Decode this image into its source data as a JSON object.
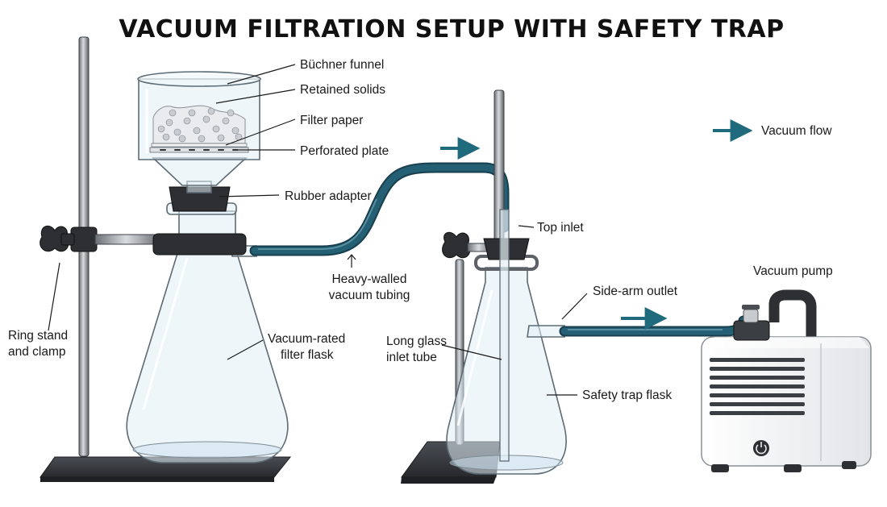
{
  "title": "VACUUM FILTRATION SETUP WITH SAFETY TRAP",
  "legend": {
    "label": "Vacuum flow",
    "arrow_icon": "right-arrow-icon"
  },
  "labels": {
    "buchner_funnel": "Büchner funnel",
    "retained_solids": "Retained solids",
    "filter_paper": "Filter paper",
    "perforated_plate": "Perforated plate",
    "rubber_adapter": "Rubber adapter",
    "tubing_line1": "Heavy-walled",
    "tubing_line2": "vacuum tubing",
    "ring_stand_line1": "Ring stand",
    "ring_stand_line2": "and clamp",
    "filter_flask_line1": "Vacuum-rated",
    "filter_flask_line2": "filter flask",
    "top_inlet": "Top inlet",
    "side_arm_outlet": "Side-arm outlet",
    "inlet_tube_line1": "Long glass",
    "inlet_tube_line2": "inlet tube",
    "trap_flask": "Safety trap flask",
    "vacuum_pump": "Vacuum pump"
  },
  "colors": {
    "tubing": "#245f73",
    "flow_arrow": "#1f6b7d",
    "rubber": "#2d2f33",
    "stand_base": "#3a3d42",
    "glass_edge": "#5d6b75",
    "pump_body": "#f4f5f6"
  }
}
